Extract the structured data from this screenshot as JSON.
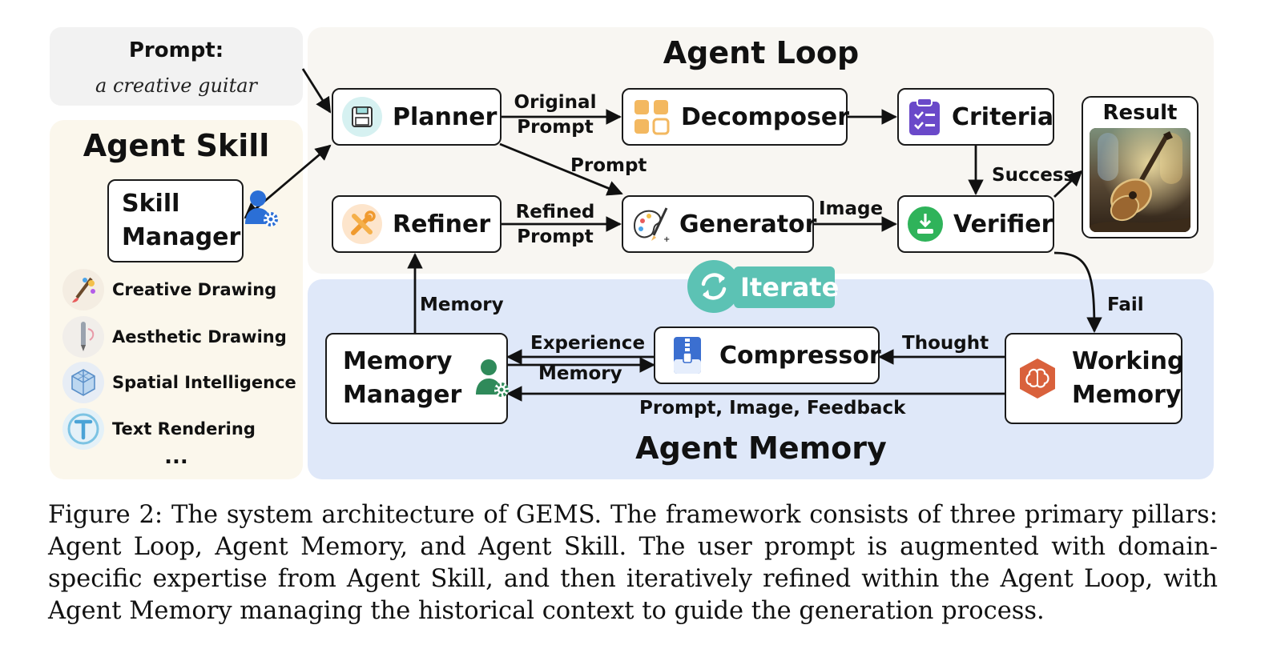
{
  "prompt": {
    "heading": "Prompt:",
    "text": "a creative guitar"
  },
  "sections": {
    "agent_loop": "Agent Loop",
    "agent_skill": "Agent Skill",
    "agent_memory": "Agent Memory"
  },
  "nodes": {
    "planner": "Planner",
    "decomposer": "Decomposer",
    "criteria": "Criteria",
    "result": "Result",
    "refiner": "Refiner",
    "generator": "Generator",
    "verifier": "Verifier",
    "skill_manager": [
      "Skill",
      "Manager"
    ],
    "memory_manager": [
      "Memory",
      "Manager"
    ],
    "compressor": "Compressor",
    "working_memory": [
      "Working",
      "Memory"
    ]
  },
  "edge_labels": {
    "original_prompt": [
      "Original",
      "Prompt"
    ],
    "prompt": "Prompt",
    "refined_prompt": [
      "Refined",
      "Prompt"
    ],
    "image": "Image",
    "success": "Success",
    "fail": "Fail",
    "memory": "Memory",
    "experience": "Experience",
    "experience_memory": "Memory",
    "thought": "Thought",
    "feedback": "Prompt, Image, Feedback"
  },
  "iterate_badge": "Iterate",
  "skills": [
    "Creative Drawing",
    "Aesthetic Drawing",
    "Spatial Intelligence",
    "Text Rendering"
  ],
  "skills_more": "...",
  "caption": "Figure 2: The system architecture of GEMS. The framework consists of three primary pillars: Agent Loop, Agent Memory, and Agent Skill. The user prompt is augmented with domain-specific expertise from Agent Skill, and then iteratively refined within the Agent Loop, with Agent Memory managing the historical context to guide the generation process.",
  "colors": {
    "loop_bg": "#f8f6f2",
    "skill_bg": "#fbf7ec",
    "memory_bg": "#dfe8f9",
    "prompt_bg": "#f2f2f2",
    "iterate": "#5cc2b4",
    "manager_green": "#2f8a5a",
    "user_blue": "#2b6fd6"
  }
}
